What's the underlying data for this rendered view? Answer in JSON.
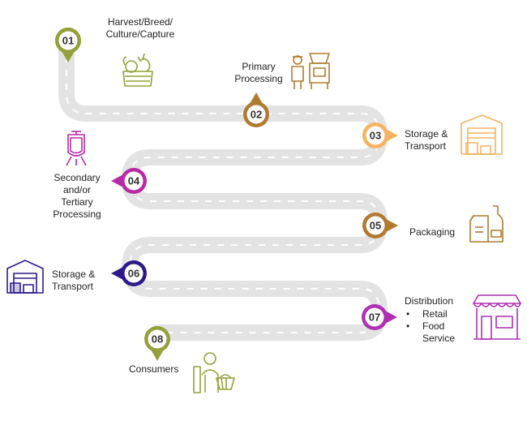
{
  "colors": {
    "road": "#e3e3e3",
    "road_dash": "#ffffff",
    "olive": "#94a03b",
    "brown": "#b07a30",
    "orange": "#f5b261",
    "magenta": "#b82aa6",
    "navy": "#2c1a8c",
    "violet": "#b02fb3",
    "text": "#222222"
  },
  "steps": [
    {
      "number": "01",
      "label": "Harvest/Breed/\nCulture/Capture",
      "color": "#94a03b",
      "icon": "vegetables-basket-icon"
    },
    {
      "number": "02",
      "label": "Primary\nProcessing",
      "color": "#b07a30",
      "icon": "worker-machine-icon"
    },
    {
      "number": "03",
      "label": "Storage &\nTransport",
      "color": "#f5b261",
      "icon": "warehouse-icon"
    },
    {
      "number": "04",
      "label": "Secondary\nand/or\nTertiary\nProcessing",
      "color": "#b82aa6",
      "icon": "processing-tank-icon"
    },
    {
      "number": "05",
      "label": "Packaging",
      "color": "#b07a30",
      "icon": "packaged-goods-icon"
    },
    {
      "number": "06",
      "label": "Storage &\nTransport",
      "color": "#2c1a8c",
      "icon": "warehouse-icon"
    },
    {
      "number": "07",
      "label": "Distribution",
      "bullets": [
        "Retail",
        "Food\nService"
      ],
      "color": "#b02fb3",
      "icon": "storefront-icon"
    },
    {
      "number": "08",
      "label": "Consumers",
      "color": "#94a03b",
      "icon": "shopper-icon"
    }
  ]
}
